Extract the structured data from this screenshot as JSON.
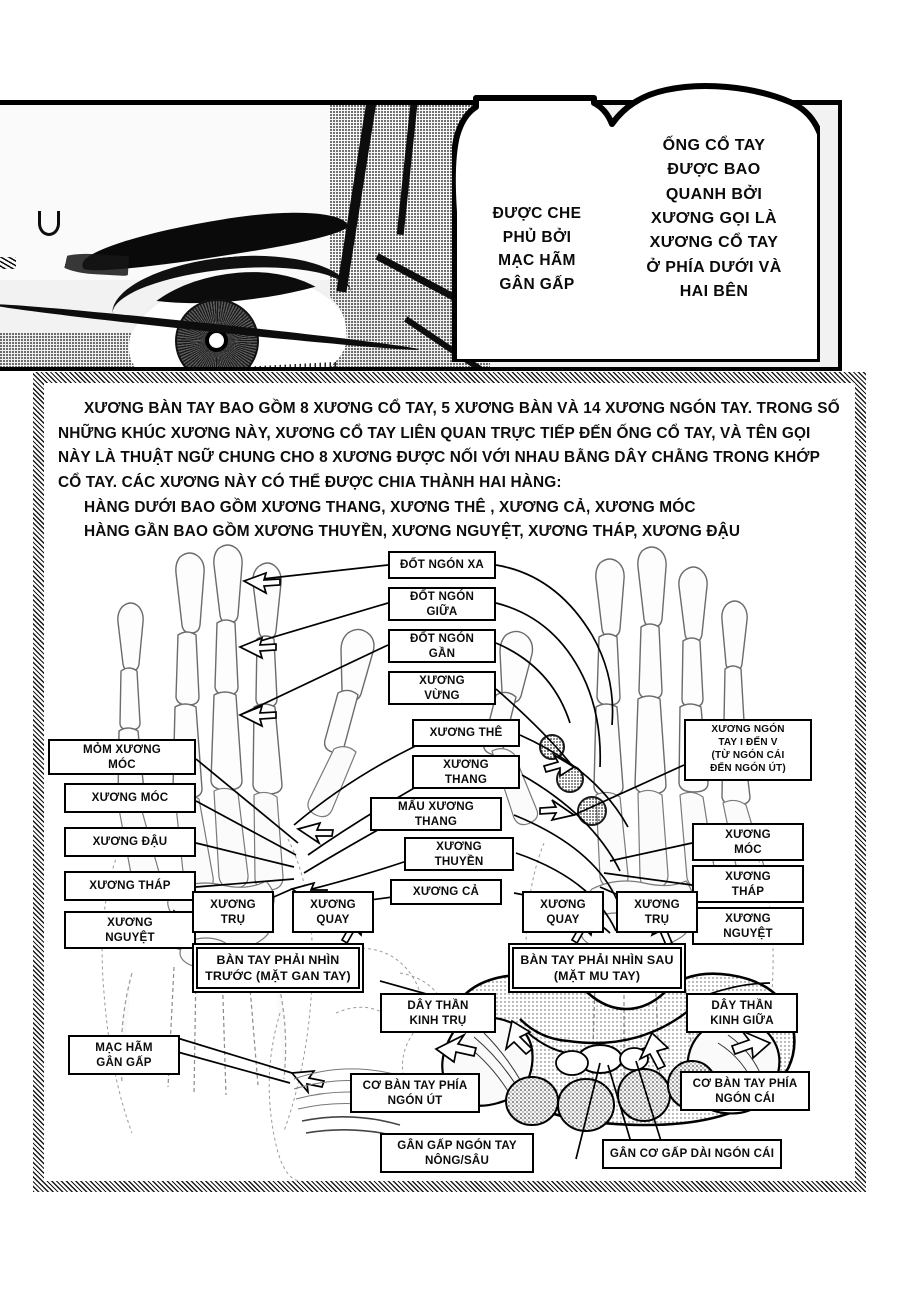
{
  "page": {
    "language": "vi",
    "kind": "manga-page-anatomy-diagram",
    "colors": {
      "ink": "#0a0a0a",
      "paper": "#ffffff",
      "tone": "#cfcfcf"
    }
  },
  "speech_bubble": {
    "left_text": "ĐƯỢC CHE\nPHỦ BỞI\nMẠC HÃM\nGÂN GẤP",
    "right_text": "ỐNG CỔ TAY\nĐƯỢC BAO\nQUANH BỞI\nXƯƠNG GỌI LÀ\nXƯƠNG CỔ TAY\nỞ PHÍA DƯỚI VÀ\nHAI BÊN"
  },
  "body_text": {
    "paragraph_1": "XƯƠNG BÀN TAY BAO GỒM 8 XƯƠNG CỔ TAY, 5 XƯƠNG BÀN VÀ 14 XƯƠNG NGÓN TAY. TRONG SỐ NHỮNG KHÚC XƯƠNG NÀY, XƯƠNG CỔ TAY LIÊN QUAN TRỰC TIẾP ĐẾN ỐNG CỔ TAY, VÀ TÊN GỌI NÀY LÀ THUẬT NGỮ CHUNG CHO 8 XƯƠNG ĐƯỢC NỐI VỚI NHAU BẰNG DÂY CHẰNG TRONG KHỚP CỔ TAY. CÁC XƯƠNG NÀY CÓ THỂ ĐƯỢC CHIA THÀNH HAI HÀNG:",
    "row_distal": "HÀNG DƯỚI BAO GỒM XƯƠNG THANG, XƯƠNG THÊ , XƯƠNG CẢ, XƯƠNG MÓC",
    "row_proximal": "HÀNG GẦN BAO GỒM XƯƠNG THUYỀN, XƯƠNG NGUYỆT, XƯƠNG THÁP, XƯƠNG ĐẬU"
  },
  "diagram_labels": {
    "center_column": [
      {
        "id": "distal-phalanx",
        "text": "ĐỐT NGÓN XA"
      },
      {
        "id": "middle-phalanx",
        "text": "ĐỐT NGÓN\nGIỮA"
      },
      {
        "id": "proximal-phalanx",
        "text": "ĐỐT NGÓN\nGẦN"
      },
      {
        "id": "sesamoid-bone",
        "text": "XƯƠNG\nVỪNG"
      },
      {
        "id": "trapezoid",
        "text": "XƯƠNG THÊ"
      },
      {
        "id": "trapezium",
        "text": "XƯƠNG\nTHANG"
      },
      {
        "id": "trapezium-tubercle",
        "text": "MẤU XƯƠNG\nTHANG"
      },
      {
        "id": "scaphoid",
        "text": "XƯƠNG\nTHUYỀN"
      },
      {
        "id": "capitate",
        "text": "XƯƠNG CẢ"
      }
    ],
    "left_column": [
      {
        "id": "hamate-hook",
        "text": "MỎM XƯƠNG\nMÓC"
      },
      {
        "id": "hamate-left",
        "text": "XƯƠNG MÓC"
      },
      {
        "id": "pisiform",
        "text": "XƯƠNG ĐẬU"
      },
      {
        "id": "triquetrum-l",
        "text": "XƯƠNG THÁP"
      },
      {
        "id": "lunate-left",
        "text": "XƯƠNG\nNGUYỆT"
      }
    ],
    "right_column": [
      {
        "id": "metacarpals",
        "text": "XƯƠNG NGÓN\nTAY I ĐẾN V\n(TỪ NGÓN CÁI\nĐẾN NGÓN ÚT)"
      },
      {
        "id": "hamate-right",
        "text": "XƯƠNG\nMÓC"
      },
      {
        "id": "triquetrum-r",
        "text": "XƯƠNG\nTHÁP"
      },
      {
        "id": "lunate-right",
        "text": "XƯƠNG\nNGUYỆT"
      }
    ],
    "forearm": [
      {
        "id": "ulna-left",
        "text": "XƯƠNG\nTRỤ"
      },
      {
        "id": "radius-left",
        "text": "XƯƠNG\nQUAY"
      },
      {
        "id": "radius-right",
        "text": "XƯƠNG\nQUAY"
      },
      {
        "id": "ulna-right",
        "text": "XƯƠNG\nTRỤ"
      }
    ],
    "view_captions": [
      {
        "id": "palmar-view",
        "text": "BÀN TAY PHẢI NHÌN\nTRƯỚC (MẶT GAN TAY)"
      },
      {
        "id": "dorsal-view",
        "text": "BÀN TAY PHẢI NHÌN SAU\n(MẶT MU TAY)"
      }
    ],
    "cross_section": [
      {
        "id": "flexor-retinaculum",
        "text": "MẠC HÃM\nGÂN GẤP"
      },
      {
        "id": "ulnar-nerve",
        "text": "DÂY THẦN\nKINH TRỤ"
      },
      {
        "id": "median-nerve",
        "text": "DÂY THẦN\nKINH GIỮA"
      },
      {
        "id": "hypothenar-muscles",
        "text": "CƠ BÀN TAY PHÍA\nNGÓN ÚT"
      },
      {
        "id": "thenar-muscles",
        "text": "CƠ BÀN TAY PHÍA\nNGÓN CÁI"
      },
      {
        "id": "flexor-digitorum",
        "text": "GÂN GẤP NGÓN TAY\nNÔNG/SÂU"
      },
      {
        "id": "flexor-pollicis-longus",
        "text": "GÂN CƠ GẤP DÀI NGÓN CÁI"
      }
    ]
  }
}
